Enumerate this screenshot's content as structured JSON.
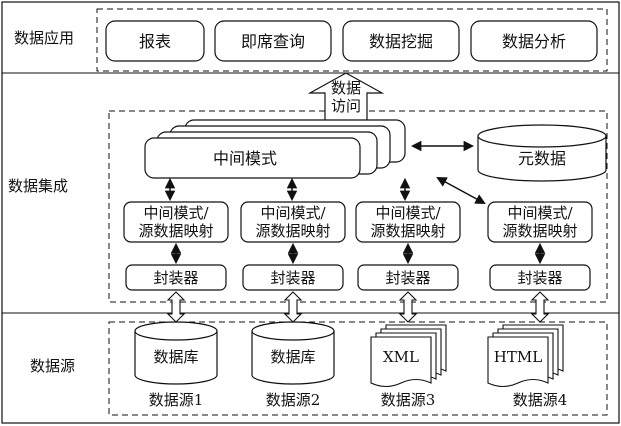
{
  "layers": {
    "application": "数据应用",
    "integration": "数据集成",
    "source": "数据源"
  },
  "apps": [
    "报表",
    "即席查询",
    "数据挖掘",
    "数据分析"
  ],
  "access_label": [
    "数据",
    "访问"
  ],
  "mediated_schema": "中间模式",
  "metadata": "元数据",
  "mappings": [
    [
      "中间模式/",
      "源数据映射"
    ],
    [
      "中间模式/",
      "源数据映射"
    ],
    [
      "中间模式/",
      "源数据映射"
    ],
    [
      "中间模式/",
      "源数据映射"
    ]
  ],
  "wrappers": [
    "封装器",
    "封装器",
    "封装器",
    "封装器"
  ],
  "sources": [
    {
      "content": "数据库",
      "label": "数据源1"
    },
    {
      "content": "数据库",
      "label": "数据源2"
    },
    {
      "content": "XML",
      "label": "数据源3"
    },
    {
      "content": "HTML",
      "label": "数据源4"
    }
  ]
}
